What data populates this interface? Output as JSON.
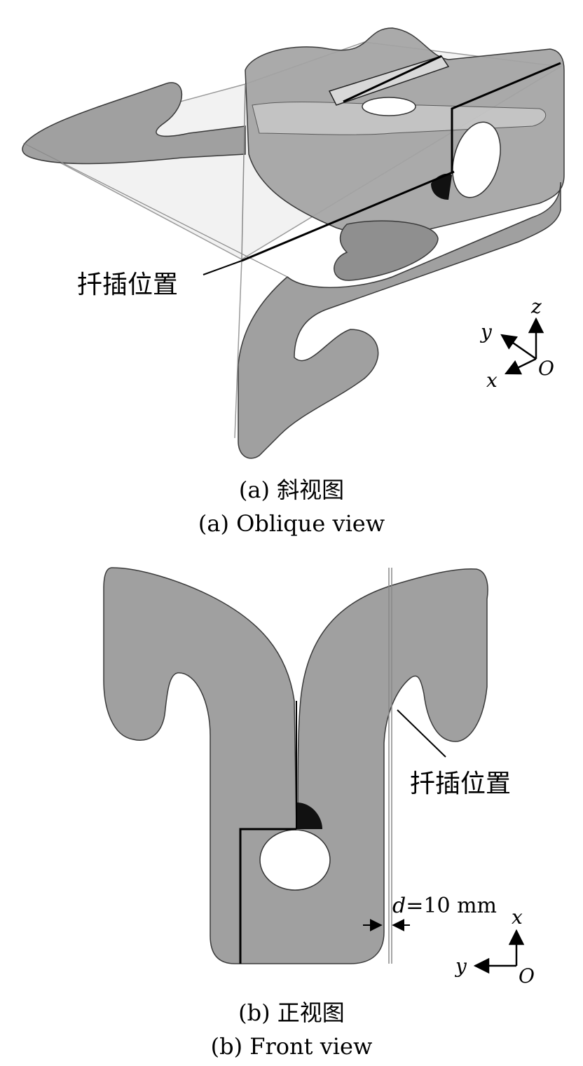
{
  "panel_a": {
    "insert_label": "扦插位置",
    "caption_cn": "(a) 斜视图",
    "caption_en": "(a) Oblique view",
    "axes": {
      "z": "z",
      "y": "y",
      "x": "x",
      "origin": "O"
    }
  },
  "panel_b": {
    "insert_label": "扦插位置",
    "caption_cn": "(b) 正视图",
    "caption_en": "(b) Front view",
    "dimension": {
      "var": "d",
      "value": "=10 mm"
    },
    "axes": {
      "x": "x",
      "y": "y",
      "origin": "O"
    }
  },
  "colors": {
    "part_fill": "#a0a0a0",
    "part_dark": "#8c8c8c",
    "outline": "#3a3a3a",
    "marker": "#111111"
  }
}
